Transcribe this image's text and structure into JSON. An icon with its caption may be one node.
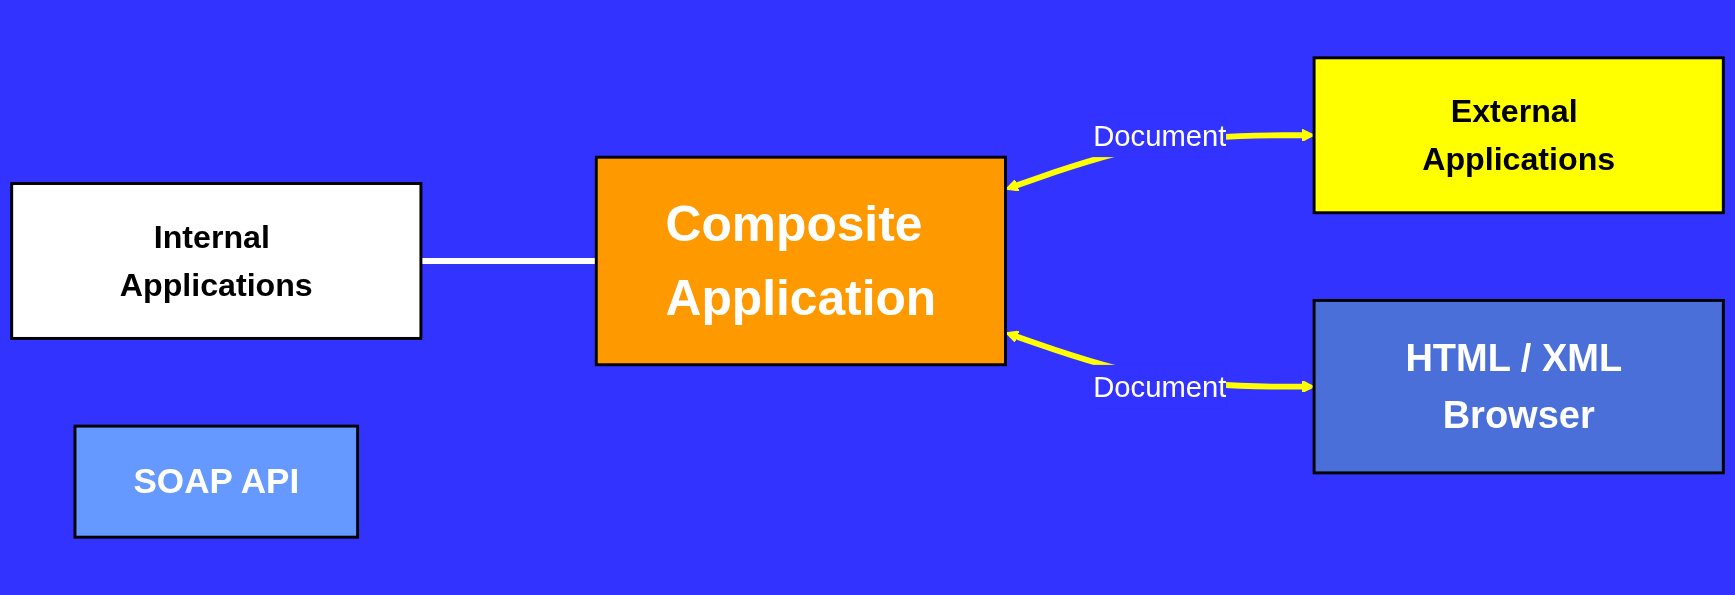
{
  "diagram": {
    "nodes": [
      {
        "text": [
          "Internal Applications"
        ]
      },
      {
        "text": [
          "External Applications"
        ]
      },
      {
        "text": [
          "Composite Application"
        ]
      },
      {
        "text": [
          "SOAP API"
        ]
      },
      {
        "text": [
          "HTML / XML Browser"
        ]
      }
    ],
    "edges": [
      {
        "from": 0,
        "to": 2,
        "arrow": "none",
        "color": "#ffffff"
      },
      {
        "from": 2,
        "to": 1,
        "arrow": "both",
        "label": "Document"
      },
      {
        "from": 2,
        "to": 4,
        "arrow": "both",
        "label": "Document"
      }
    ]
  }
}
